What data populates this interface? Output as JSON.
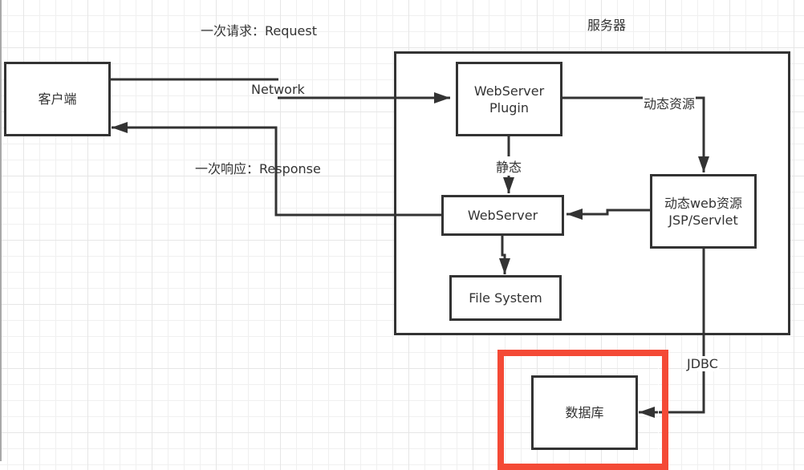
{
  "diagram": {
    "title_server": "服务器",
    "nodes": {
      "client": "客户端",
      "plugin_line1": "WebServer",
      "plugin_line2": "Plugin",
      "webserver": "WebServer",
      "filesystem": "File System",
      "dynamic_line1": "动态web资源",
      "dynamic_line2": "JSP/Servlet",
      "database": "数据库"
    },
    "edge_labels": {
      "request": "一次请求：Request",
      "network": "Network",
      "response": "一次响应：Response",
      "static": "静态",
      "dynamic": "动态资源",
      "jdbc": "JDBC"
    },
    "highlight": {
      "target": "database",
      "color": "#f44a36"
    }
  }
}
